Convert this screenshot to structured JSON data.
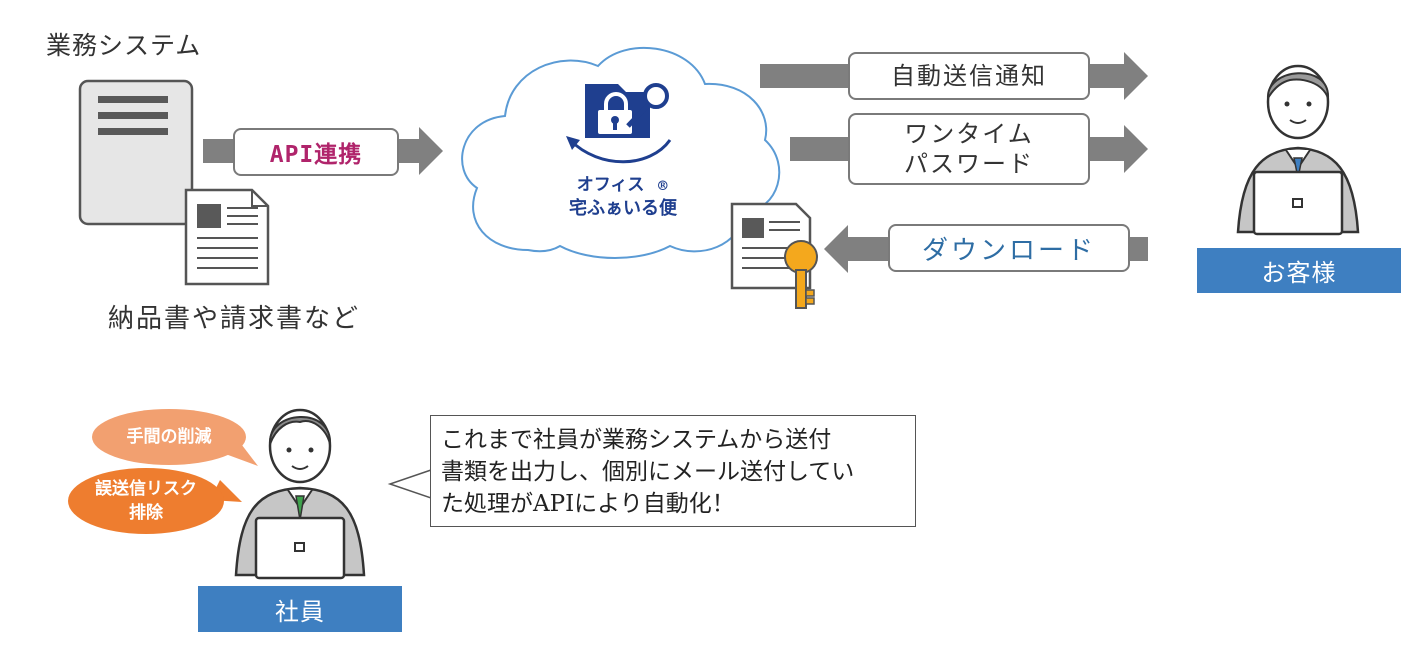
{
  "system": {
    "title": "業務システム",
    "docs_caption": "納品書や請求書など"
  },
  "flows": {
    "api": "API連携",
    "notify": "自動送信通知",
    "otp_line1": "ワンタイム",
    "otp_line2": "パスワード",
    "download": "ダウンロード"
  },
  "service": {
    "name_line1": "オフィス",
    "registered_mark": "®",
    "name_line2": "宅ふぁいる便"
  },
  "customer": {
    "label": "お客様"
  },
  "employee": {
    "label": "社員",
    "bubble_1": "手間の削減",
    "bubble_2_line1": "誤送信リスク",
    "bubble_2_line2": "排除",
    "speech_line1": "これまで社員が業務システムから送付",
    "speech_line2": "書類を出力し、個別にメール送付してい",
    "speech_line3": "た処理がAPIにより自動化！"
  },
  "colors": {
    "arrow": "#808080",
    "role_bar": "#3e7fc1",
    "api_text": "#b0246b",
    "download_text": "#2e6da4",
    "bubble_light": "#f2a070",
    "bubble_dark": "#ee7d2f",
    "cloud_border": "#5b9bd5",
    "logo": "#1f3f8f",
    "key": "#f4a81d"
  }
}
